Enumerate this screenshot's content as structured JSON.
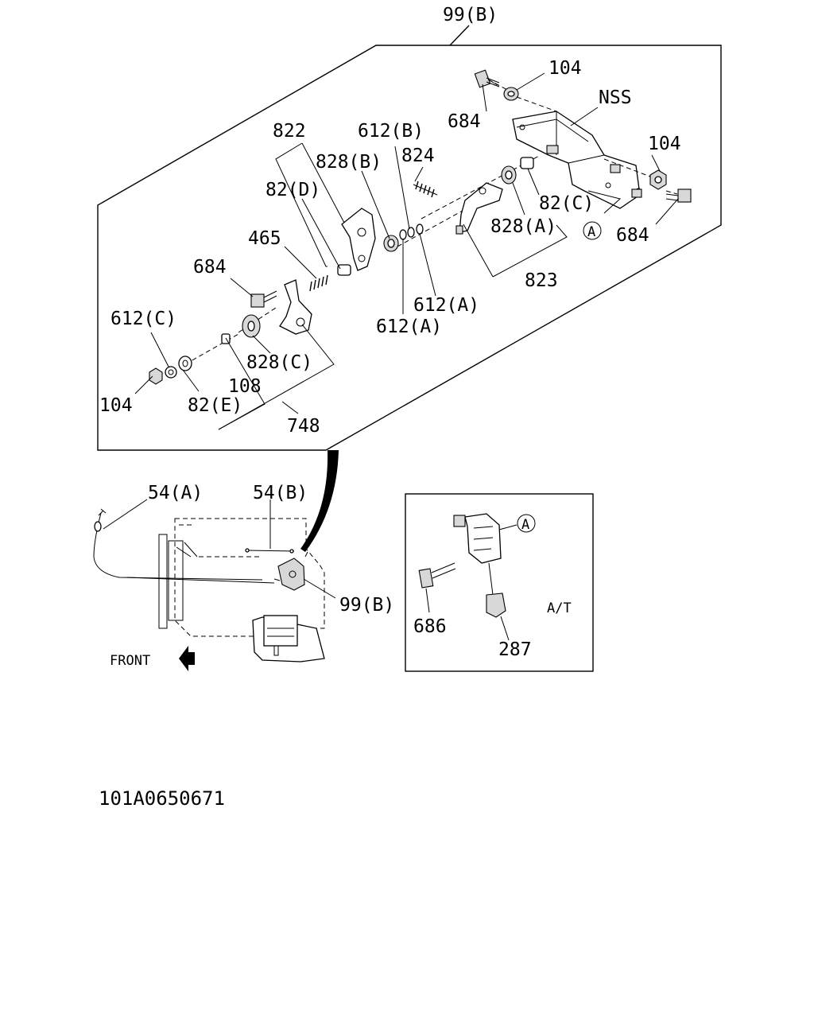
{
  "callouts": {
    "group_99b_top": "99(B)",
    "nss": "NSS",
    "n104_a": "104",
    "n684_a": "684",
    "n104_b": "104",
    "n684_b": "684",
    "n82c": "82(C)",
    "n828a": "828(A)",
    "circle_a": "A",
    "n823": "823",
    "n824": "824",
    "n612b": "612(B)",
    "n828b": "828(B)",
    "n822": "822",
    "n82d": "82(D)",
    "n465": "465",
    "n684_c": "684",
    "n612a_1": "612(A)",
    "n612a_2": "612(A)",
    "n612c": "612(C)",
    "n828c": "828(C)",
    "n108": "108",
    "n104_c": "104",
    "n82e": "82(E)",
    "n748": "748",
    "n54a": "54(A)",
    "n54b": "54(B)",
    "n99b_bottom": "99(B)",
    "front": "FRONT",
    "inset_circle_a": "A",
    "n686": "686",
    "n287": "287",
    "at": "A/T"
  },
  "document_number": "101A0650671"
}
